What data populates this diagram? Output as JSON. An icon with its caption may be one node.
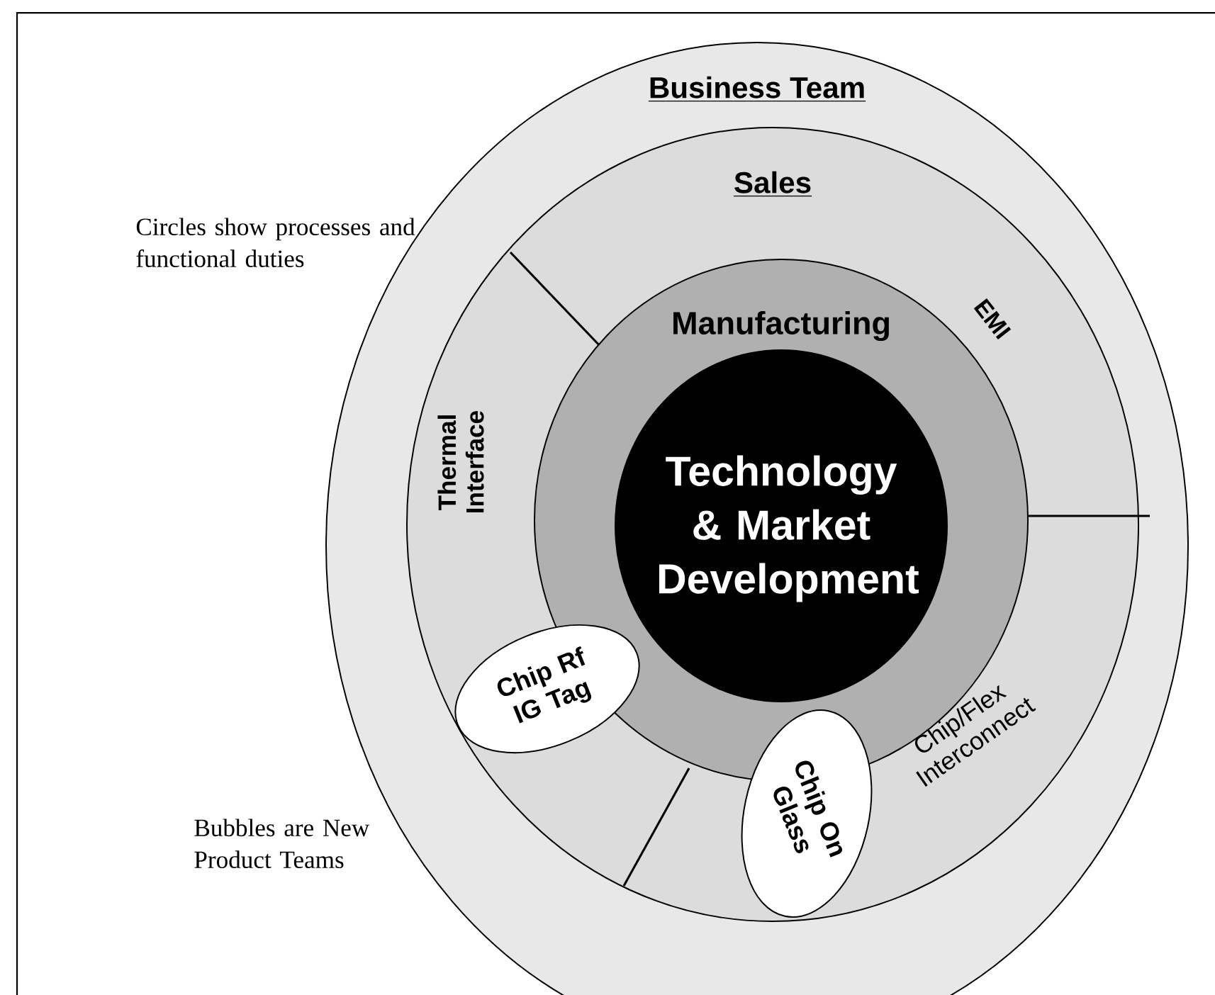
{
  "diagram": {
    "nodes": [
      {
        "text": [
          "Business Team"
        ]
      },
      {
        "text": [
          "Sales"
        ],
        "in": 0
      },
      {
        "text": [
          "Manufacturing"
        ],
        "in": 1
      },
      {
        "text": [
          "Technology & Market Development"
        ],
        "in": 2
      },
      {
        "text": [
          "Chip Rf IG Tag"
        ],
        "in": 1
      },
      {
        "text": [
          "Chip On Glass"
        ],
        "in": 1
      }
    ],
    "edges": [],
    "labels": [
      "Circles show processes and functional duties",
      "EMI",
      "Thermal Interface",
      "Chip/Flex Interconnect",
      "Bubbles are New Product Teams"
    ]
  }
}
